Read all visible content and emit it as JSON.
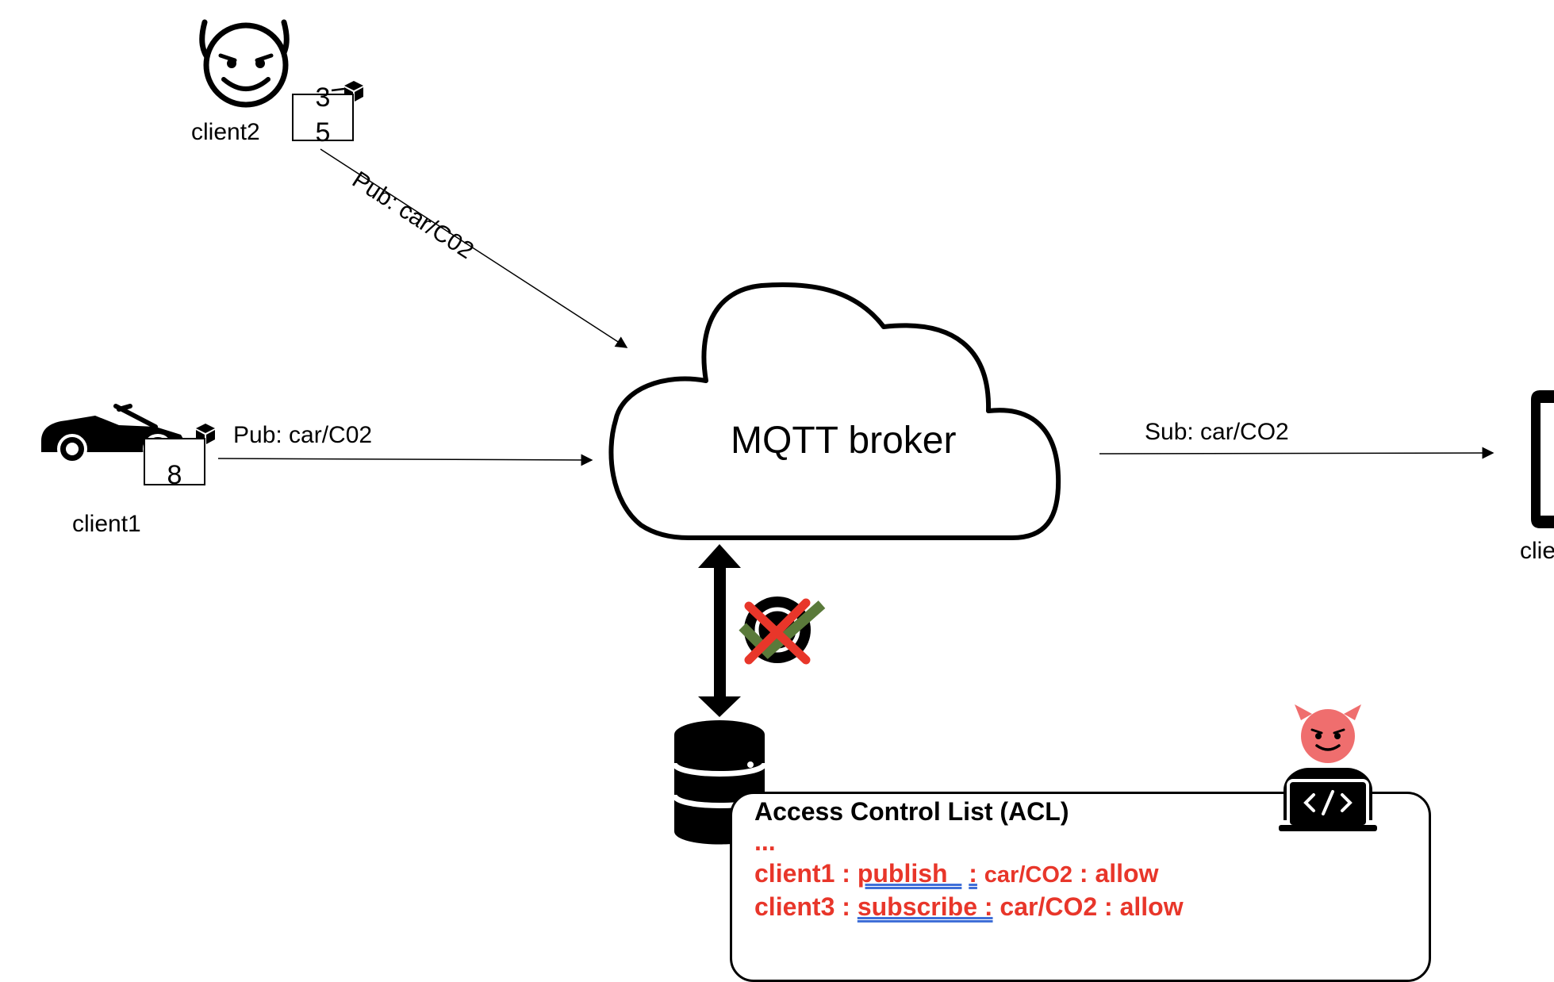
{
  "clients": {
    "client1": {
      "label": "client1",
      "payload": [
        "8"
      ]
    },
    "client2": {
      "label": "client2",
      "payload": [
        "3",
        "5"
      ]
    },
    "client3": {
      "label": "clie"
    }
  },
  "edges": {
    "client2_pub": "Pub: car/C02",
    "client1_pub": "Pub: car/C02",
    "sub": "Sub: car/CO2"
  },
  "broker": {
    "label": "MQTT broker"
  },
  "acl": {
    "title": "Access Control List (ACL)",
    "ellipsis": "...",
    "rule1": {
      "client": "client1 :",
      "action": "publish  ",
      "sep": ":",
      "topic": "car/CO2",
      "tail": ": allow"
    },
    "rule2": {
      "client": "client3 :",
      "action": "subscribe :",
      "topic": "car/CO2",
      "tail": ": allow"
    }
  },
  "colors": {
    "deny": "#e8362a",
    "allow": "#5a7a3a",
    "devil": "#ef6e6e"
  },
  "icons": [
    "devil-face-icon",
    "package-icon",
    "car-icon",
    "cloud-icon",
    "database-icon",
    "hacker-icon",
    "check-icon",
    "cross-icon",
    "bidirectional-arrow-icon",
    "phone-icon"
  ]
}
